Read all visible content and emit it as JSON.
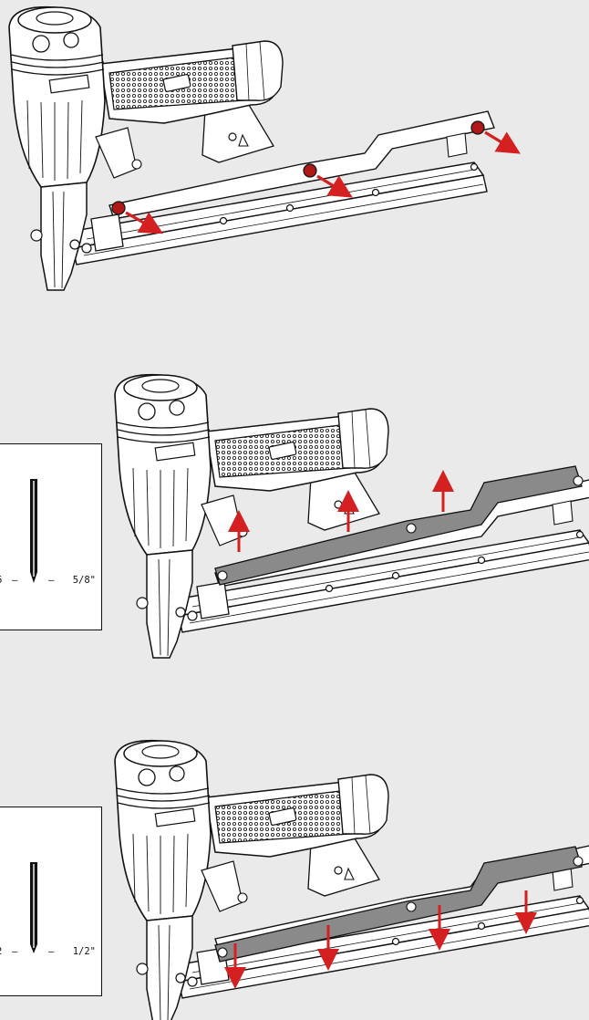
{
  "panels": [
    {
      "id": "remove-screws",
      "arrows": "diagonal"
    },
    {
      "id": "raise-guide",
      "arrows": "up",
      "size_card": {
        "label_left": "6",
        "label_right": "5/8\""
      }
    },
    {
      "id": "lower-guide",
      "arrows": "down",
      "size_card": {
        "label_left": "2",
        "label_right": "1/2\""
      }
    }
  ],
  "colors": {
    "background": "#eaeaea",
    "arrow": "#d42020",
    "screw": "#b01818",
    "guide_plate": "#8a8a8a",
    "line": "#111111"
  }
}
